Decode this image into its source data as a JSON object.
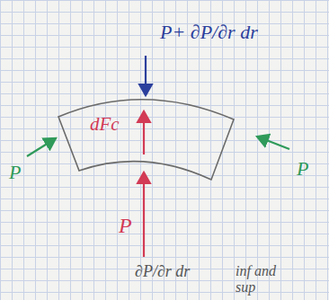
{
  "diagram": {
    "nodes": [
      {
        "text": [
          "dFc"
        ]
      }
    ],
    "labels": [
      "P+ ∂P/∂r dr",
      "P",
      "P",
      "P",
      "∂P/∂r dr",
      "inf and sup"
    ]
  }
}
